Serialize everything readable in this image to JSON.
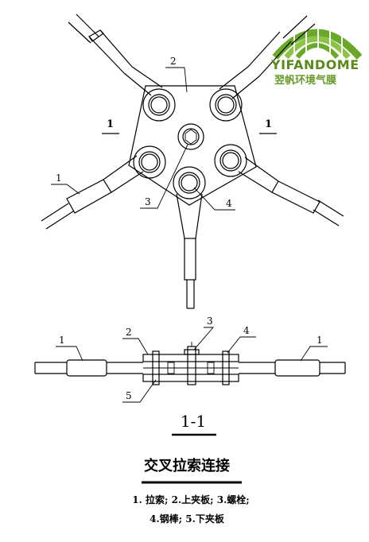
{
  "logo": {
    "name": "YIFANDOME",
    "chinese": "翌帆环境气膜",
    "arch_color": "#6aa82a",
    "text_color": "#5a8a1c"
  },
  "plan_view": {
    "callouts": {
      "cable": "1",
      "top_plate": "2",
      "bolt": "3",
      "ring": "4"
    },
    "section_mark_left": "1",
    "section_mark_right": "1"
  },
  "section_view": {
    "callouts": {
      "cable_left": "1",
      "cable_right": "1",
      "top_plate": "2",
      "bolt": "3",
      "ring": "4",
      "bottom_plate": "5"
    },
    "title": "1-1"
  },
  "title": "交叉拉索连接",
  "legend": {
    "line1": "1. 拉索; 2.上夹板; 3.螺栓;",
    "line2": "4.钢棒; 5.下夹板"
  }
}
